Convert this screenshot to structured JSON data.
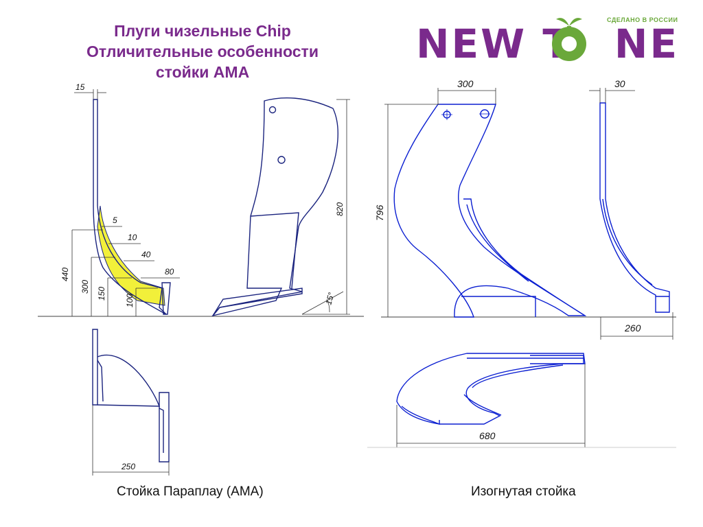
{
  "title": {
    "line1": "Плуги  чизельные  Chip",
    "line2": "Отличительные особенности",
    "line3": "стойки АМА"
  },
  "logo": {
    "made_in": "СДЕЛАНО В РОССИИ",
    "brand_part1": "NEW T",
    "brand_part2": "NE",
    "colors": {
      "brand": "#7a2a8c",
      "leaf": "#6aa83a"
    }
  },
  "left_diagram": {
    "caption": "Стойка Параплау (АМА)",
    "dims": {
      "top_width": "15",
      "d5": "5",
      "d10": "10",
      "d40": "40",
      "d80": "80",
      "h440": "440",
      "h300": "300",
      "h150": "150",
      "h100": "100",
      "h820": "820",
      "angle": "15°",
      "bottom_width": "250"
    },
    "colors": {
      "outline": "#1a237e",
      "highlight": "#f2f03a"
    }
  },
  "right_diagram": {
    "caption": "Изогнутая стойка",
    "dims": {
      "top_width": "300",
      "thickness": "30",
      "height": "796",
      "depth": "260",
      "length": "680"
    },
    "colors": {
      "outline": "#0b1fd1"
    }
  }
}
